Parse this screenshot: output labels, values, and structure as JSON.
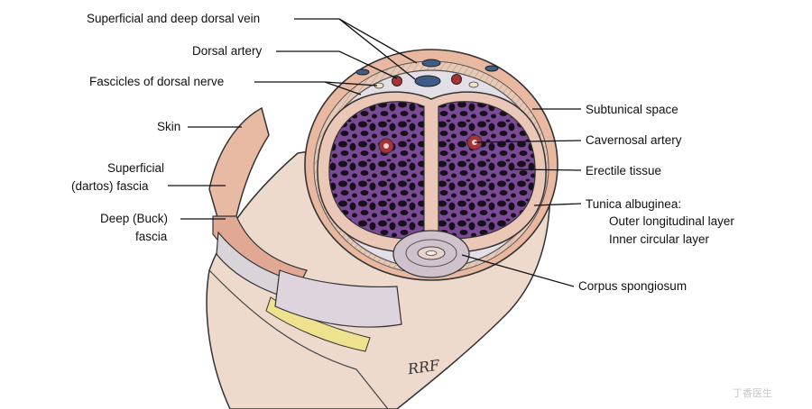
{
  "labels": {
    "superficial_deep_dorsal_vein": "Superficial and deep dorsal vein",
    "dorsal_artery": "Dorsal artery",
    "fascicles_dorsal_nerve": "Fascicles of dorsal nerve",
    "skin": "Skin",
    "superficial_fascia_line1": "Superficial",
    "superficial_fascia_line2": "(dartos) fascia",
    "deep_fascia_line1": "Deep (Buck)",
    "deep_fascia_line2": "fascia",
    "subtunical_space": "Subtunical space",
    "cavernosal_artery": "Cavernosal artery",
    "erectile_tissue": "Erectile tissue",
    "tunica_title": "Tunica albuginea:",
    "tunica_outer": "Outer longitudinal layer",
    "tunica_inner": "Inner circular layer",
    "corpus_spongiosum": "Corpus spongiosum"
  },
  "signature": "RRF",
  "watermark": "丁香医生"
}
